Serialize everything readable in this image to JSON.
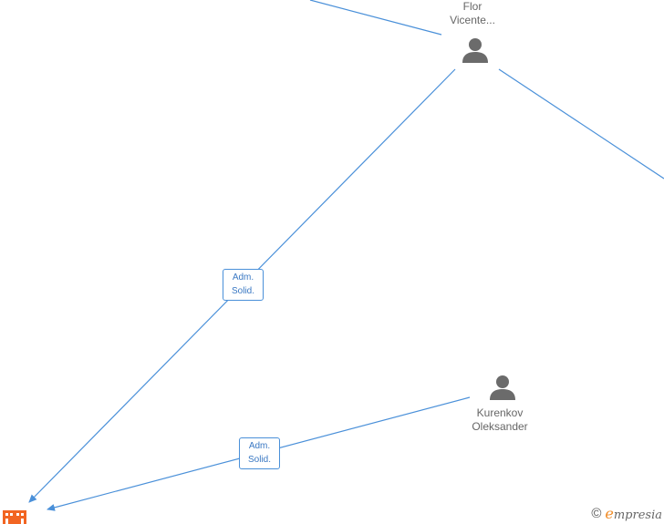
{
  "nodes": {
    "flor": {
      "line1": "Flor",
      "line2": "Vicente...",
      "icon": "person-icon"
    },
    "kurenkov": {
      "line1": "Kurenkov",
      "line2": "Oleksander",
      "icon": "person-icon"
    },
    "company": {
      "icon": "building-icon",
      "color": "#f26522"
    }
  },
  "edges": {
    "flor_to_company": {
      "line1": "Adm.",
      "line2": "Solid."
    },
    "kurenkov_to_company": {
      "line1": "Adm.",
      "line2": "Solid."
    }
  },
  "colors": {
    "edge": "#4a90d9",
    "person": "#6b6b6b"
  },
  "watermark": {
    "copyright": "©",
    "brand_initial": "e",
    "brand_rest": "mpresia"
  }
}
